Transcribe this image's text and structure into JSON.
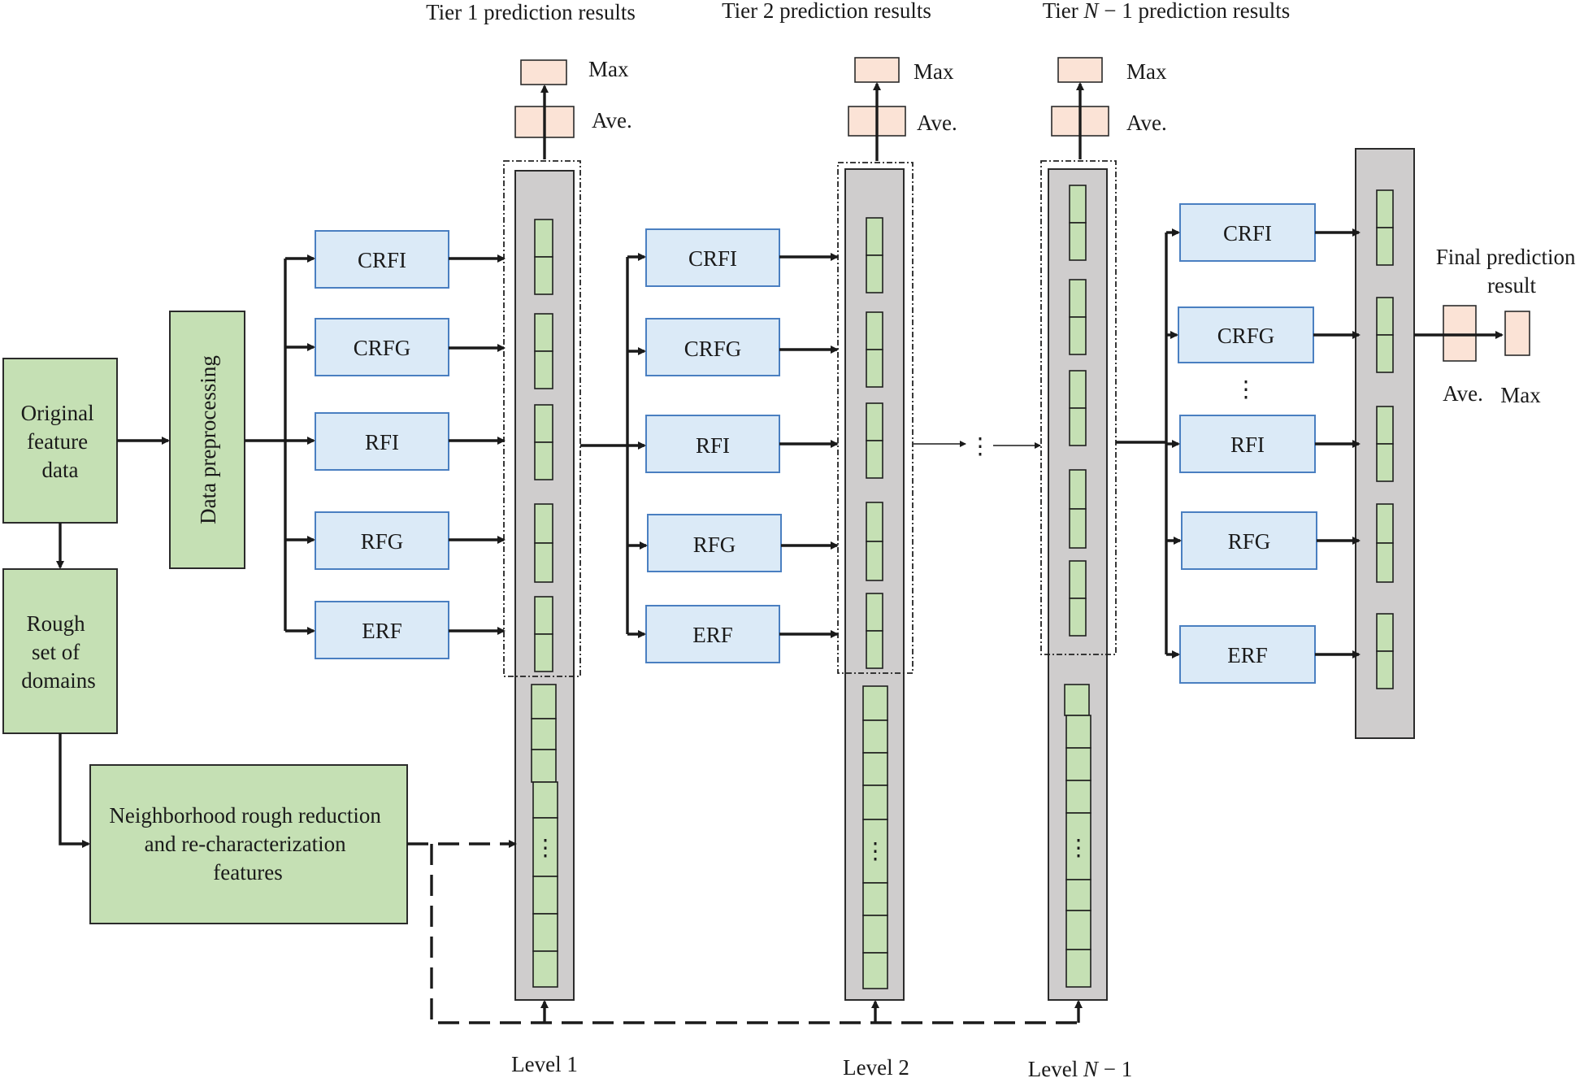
{
  "tiers": {
    "tier1": "Tier 1 prediction results",
    "tier2": "Tier 2 prediction results",
    "tierN1_prefix": "Tier ",
    "tierN1_var": "N",
    "tierN1_suffix": " − 1 prediction results"
  },
  "pool": {
    "max": "Max",
    "ave": "Ave."
  },
  "input": {
    "original": [
      "Original",
      "feature",
      "data"
    ],
    "preprocessing": "Data preprocessing",
    "rough": [
      "Rough",
      "set of",
      "domains"
    ],
    "neighborhood": [
      "Neighborhood rough reduction",
      "and re-characterization",
      "features"
    ]
  },
  "forests": {
    "level1": [
      "CRFI",
      "CRFG",
      "RFI",
      "RFG",
      "ERF"
    ],
    "level2": [
      "CRFI",
      "CRFG",
      "RFI",
      "RFG",
      "ERF"
    ],
    "final": [
      "CRFI",
      "CRFG",
      "RFI",
      "RFG",
      "ERF"
    ]
  },
  "ellipsis": "⋮",
  "final": {
    "title": [
      "Final prediction",
      "result"
    ],
    "ave": "Ave.",
    "max": "Max"
  },
  "levels": {
    "level1": "Level 1",
    "level2": "Level 2",
    "levelN1_prefix": "Level ",
    "levelN1_var": "N",
    "levelN1_suffix": " − 1"
  },
  "colors": {
    "green_fill": "#c5e0b4",
    "blue_fill": "#dbeaf7",
    "blue_border": "#4a7fc1",
    "gray_fill": "#cfcdcd",
    "peach_fill": "#fbe3d6"
  }
}
